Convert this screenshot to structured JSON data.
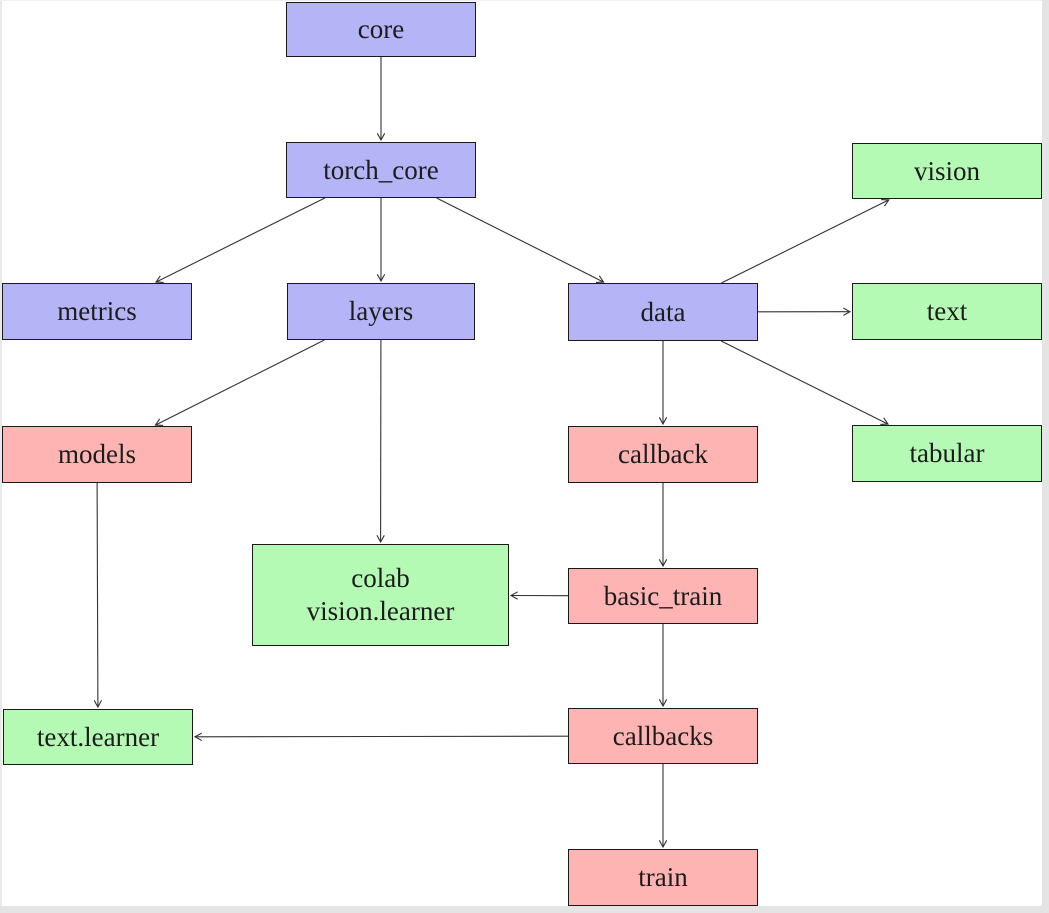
{
  "diagram": {
    "title": "module dependency diagram",
    "colors": {
      "blue_fill": "#b4b4f6",
      "green_fill": "#b4f9b4",
      "red_fill": "#ffb4b4",
      "border": "#1a1a1a",
      "arrow": "#333333",
      "page_edge": "#e4e4e4"
    },
    "nodes": [
      {
        "id": "core",
        "label": "core",
        "color": "blue"
      },
      {
        "id": "torch_core",
        "label": "torch_core",
        "color": "blue"
      },
      {
        "id": "vision",
        "label": "vision",
        "color": "green"
      },
      {
        "id": "metrics",
        "label": "metrics",
        "color": "blue"
      },
      {
        "id": "layers",
        "label": "layers",
        "color": "blue"
      },
      {
        "id": "data",
        "label": "data",
        "color": "blue"
      },
      {
        "id": "text",
        "label": "text",
        "color": "green"
      },
      {
        "id": "models",
        "label": "models",
        "color": "red"
      },
      {
        "id": "callback",
        "label": "callback",
        "color": "red"
      },
      {
        "id": "tabular",
        "label": "tabular",
        "color": "green"
      },
      {
        "id": "colab_vision_learner",
        "label": "colab\nvision.learner",
        "color": "green"
      },
      {
        "id": "basic_train",
        "label": "basic_train",
        "color": "red"
      },
      {
        "id": "text_learner",
        "label": "text.learner",
        "color": "green"
      },
      {
        "id": "callbacks",
        "label": "callbacks",
        "color": "red"
      },
      {
        "id": "train",
        "label": "train",
        "color": "red"
      }
    ],
    "edges": [
      {
        "from": "core",
        "to": "torch_core"
      },
      {
        "from": "torch_core",
        "to": "metrics"
      },
      {
        "from": "torch_core",
        "to": "layers"
      },
      {
        "from": "torch_core",
        "to": "data"
      },
      {
        "from": "data",
        "to": "vision"
      },
      {
        "from": "data",
        "to": "text"
      },
      {
        "from": "data",
        "to": "tabular"
      },
      {
        "from": "data",
        "to": "callback"
      },
      {
        "from": "layers",
        "to": "models"
      },
      {
        "from": "layers",
        "to": "colab_vision_learner"
      },
      {
        "from": "callback",
        "to": "basic_train"
      },
      {
        "from": "basic_train",
        "to": "colab_vision_learner"
      },
      {
        "from": "basic_train",
        "to": "callbacks"
      },
      {
        "from": "models",
        "to": "text_learner"
      },
      {
        "from": "callbacks",
        "to": "text_learner"
      },
      {
        "from": "callbacks",
        "to": "train"
      }
    ]
  }
}
